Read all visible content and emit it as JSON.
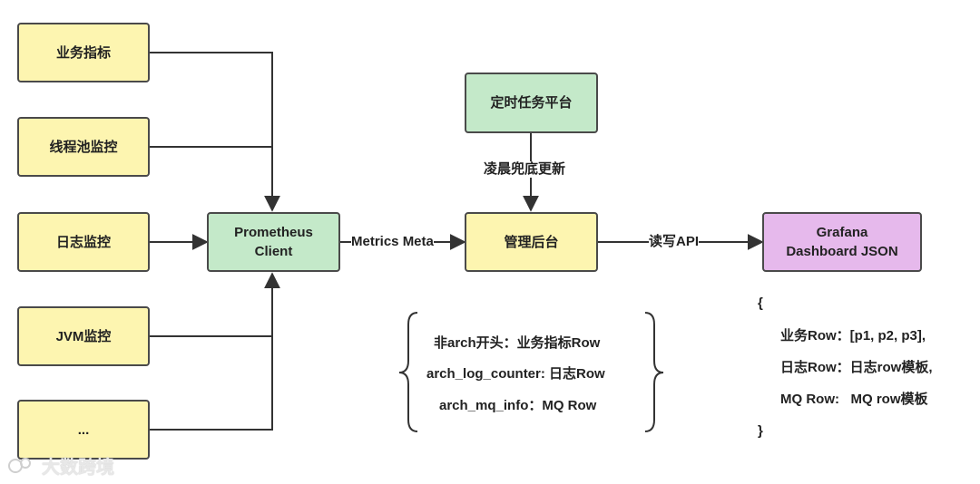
{
  "sources": [
    {
      "id": "biz",
      "label": "业务指标"
    },
    {
      "id": "threadpool",
      "label": "线程池监控"
    },
    {
      "id": "log",
      "label": "日志监控"
    },
    {
      "id": "jvm",
      "label": "JVM监控"
    },
    {
      "id": "more",
      "label": "..."
    }
  ],
  "prometheus": {
    "line1": "Prometheus",
    "line2": "Client"
  },
  "scheduler": {
    "label": "定时任务平台"
  },
  "admin": {
    "label": "管理后台"
  },
  "grafana": {
    "line1": "Grafana",
    "line2": "Dashboard JSON"
  },
  "edges": {
    "metrics_meta": "Metrics Meta",
    "early_fallback": "凌晨兜底更新",
    "rw_api": "读写API"
  },
  "mapping": [
    "非arch开头：业务指标Row",
    "arch_log_counter: 日志Row",
    "arch_mq_info：MQ Row"
  ],
  "dashboard_json": {
    "open": "{",
    "lines": [
      "业务Row：[p1, p2, p3],",
      "日志Row：日志row模板,",
      "MQ Row:   MQ row模板"
    ],
    "close": "}"
  },
  "watermark": "大数跨境",
  "colors": {
    "yellow": "#fdf5b0",
    "green": "#c4e9c9",
    "purple": "#e6b9ec",
    "stroke": "#4a4a4a"
  }
}
